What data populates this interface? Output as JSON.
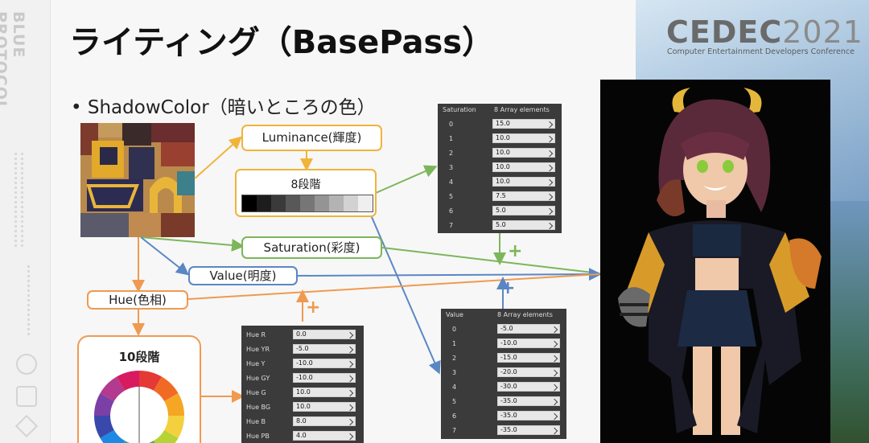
{
  "slide": {
    "title": "ライティング（BasePass）",
    "bullet": "•  ShadowColor（暗いところの色）",
    "side_logo": "BLUE PROTOCOL"
  },
  "event": {
    "name": "CEDEC",
    "year": "2021",
    "subtitle": "Computer Entertainment Developers Conference"
  },
  "flow": {
    "luminance": "Luminance(輝度)",
    "eight_steps": "8段階",
    "saturation": "Saturation(彩度)",
    "value": "Value(明度)",
    "hue": "Hue(色相)",
    "ten_steps": "10段階",
    "plus": "+"
  },
  "saturation_panel": {
    "header_name": "Saturation",
    "header_count": "8 Array elements",
    "rows": [
      {
        "index": "0",
        "value": "15.0"
      },
      {
        "index": "1",
        "value": "10.0"
      },
      {
        "index": "2",
        "value": "10.0"
      },
      {
        "index": "3",
        "value": "10.0"
      },
      {
        "index": "4",
        "value": "10.0"
      },
      {
        "index": "5",
        "value": "7.5"
      },
      {
        "index": "6",
        "value": "5.0"
      },
      {
        "index": "7",
        "value": "5.0"
      }
    ]
  },
  "value_panel": {
    "header_name": "Value",
    "header_count": "8 Array elements",
    "rows": [
      {
        "index": "0",
        "value": "-5.0"
      },
      {
        "index": "1",
        "value": "-10.0"
      },
      {
        "index": "2",
        "value": "-15.0"
      },
      {
        "index": "3",
        "value": "-20.0"
      },
      {
        "index": "4",
        "value": "-30.0"
      },
      {
        "index": "5",
        "value": "-35.0"
      },
      {
        "index": "6",
        "value": "-35.0"
      },
      {
        "index": "7",
        "value": "-35.0"
      }
    ]
  },
  "hue_panel": {
    "rows": [
      {
        "index": "Hue R",
        "value": "0.0"
      },
      {
        "index": "Hue YR",
        "value": "-5.0"
      },
      {
        "index": "Hue Y",
        "value": "-10.0"
      },
      {
        "index": "Hue GY",
        "value": "-10.0"
      },
      {
        "index": "Hue G",
        "value": "10.0"
      },
      {
        "index": "Hue BG",
        "value": "10.0"
      },
      {
        "index": "Hue B",
        "value": "8.0"
      },
      {
        "index": "Hue PB",
        "value": "4.0"
      }
    ]
  },
  "grayscale_steps": [
    "#000000",
    "#1d1d1d",
    "#3a3a3a",
    "#585858",
    "#767676",
    "#949494",
    "#b3b3b3",
    "#d2d2d2",
    "#efefef"
  ],
  "colors": {
    "orange_yellow": "#f0b43a",
    "green": "#7cb65a",
    "blue": "#5b86c4",
    "orange": "#ef9a50"
  }
}
